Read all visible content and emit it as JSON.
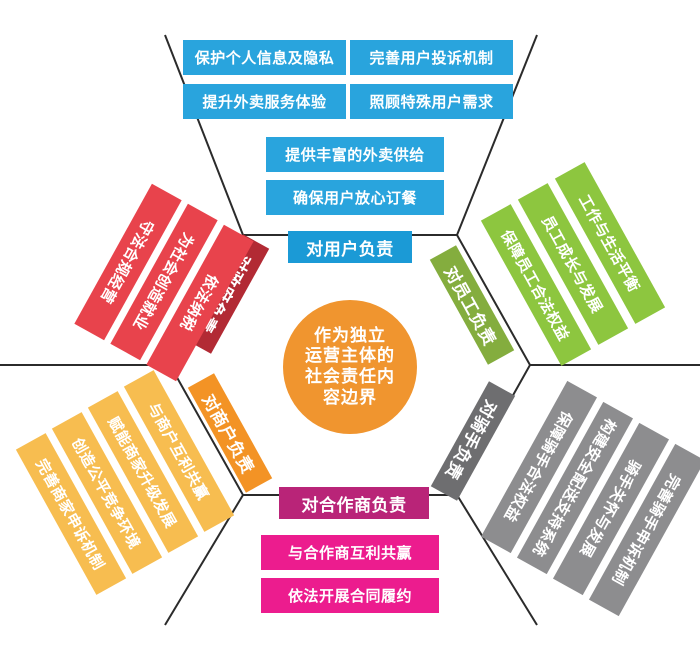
{
  "diagram": {
    "title_center": {
      "lines": [
        "作为独立",
        "运营主体的",
        "社会责任内",
        "容边界"
      ],
      "color": "#f0952f"
    },
    "sections": [
      {
        "key": "users",
        "header": "对用户负责",
        "header_color": "#1b9ad6",
        "item_color": "#29a4dd",
        "items": [
          "保护个人信息及隐私",
          "完善用户投诉机制",
          "提升外卖服务体验",
          "照顾特殊用户需求",
          "提供丰富的外卖供给",
          "确保用户放心订餐"
        ]
      },
      {
        "key": "government",
        "header": "对政府负责",
        "header_color": "#b22a34",
        "item_color": "#e8434c",
        "items": [
          "守法合规经营",
          "为社会创造就业",
          "依法纳税"
        ]
      },
      {
        "key": "employees",
        "header": "对员工负责",
        "header_color": "#84ad3e",
        "item_color": "#8dc63f",
        "items": [
          "保障员工合法权益",
          "员工成长与发展",
          "工作与生活平衡"
        ]
      },
      {
        "key": "merchants",
        "header": "对商户负责",
        "header_color": "#f39325",
        "item_color": "#f7bd50",
        "items": [
          "与商户互利共赢",
          "赋能商家升级发展",
          "创造公平竞争环境",
          "完善商家申诉机制"
        ]
      },
      {
        "key": "riders",
        "header": "对骑手负责",
        "header_color": "#6e6e70",
        "item_color": "#8d8d8f",
        "items": [
          "保障骑手合法权益",
          "构建安全配送支持系统",
          "骑手关怀与发展",
          "完善骑手申诉机制"
        ]
      },
      {
        "key": "partners",
        "header": "对合作商负责",
        "header_color": "#b92478",
        "item_color": "#ec1c8e",
        "items": [
          "与合作商互利共赢",
          "依法开展合同履约"
        ]
      }
    ]
  }
}
